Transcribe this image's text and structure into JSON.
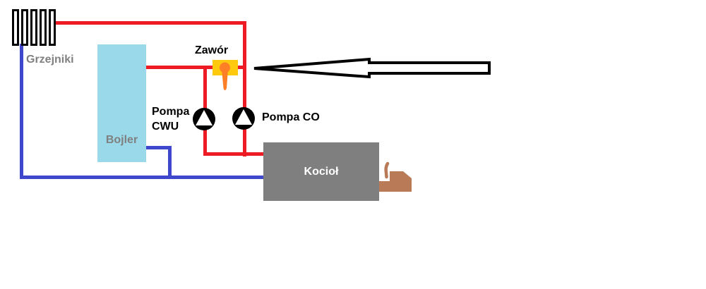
{
  "diagram": {
    "title_none": "",
    "labels": {
      "radiators": "Grzejniki",
      "boiler_tank": "Bojler",
      "valve": "Zawór",
      "pump_cwu_line1": "Pompa",
      "pump_cwu_line2": "CWU",
      "pump_co": "Pompa CO",
      "furnace": "Kocioł"
    },
    "colors": {
      "hot_pipe": "#ED1C24",
      "return_pipe": "#3F48CC",
      "tank_fill": "#99D9EA",
      "furnace_fill": "#7F7F7F",
      "label_gray": "#808080",
      "valve_body": "#FFC90E",
      "valve_stem": "#FF7F27",
      "fuel_brown": "#B97A57"
    },
    "icons": {
      "radiator": "radiator-icon",
      "valve": "valve-icon",
      "pump_cwu": "pump-cwu-icon",
      "pump_co": "pump-co-icon",
      "fuel": "fuel-chimney-icon",
      "pointer": "left-arrow-icon"
    }
  }
}
